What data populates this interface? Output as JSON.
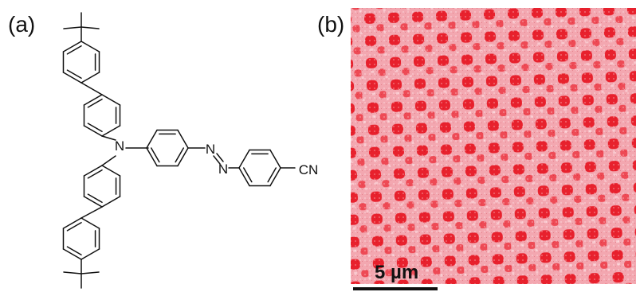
{
  "panels": {
    "a": {
      "label": "(a)"
    },
    "b": {
      "label": "(b)"
    }
  },
  "molecule": {
    "atoms": {
      "amine_n": "N",
      "azo_n1": "N",
      "azo_n2": "N",
      "nitrile": "CN"
    }
  },
  "micrograph": {
    "scale_bar_label": "5 µm",
    "pattern_color": "#e8212d",
    "light_color": "#f7b6be"
  }
}
